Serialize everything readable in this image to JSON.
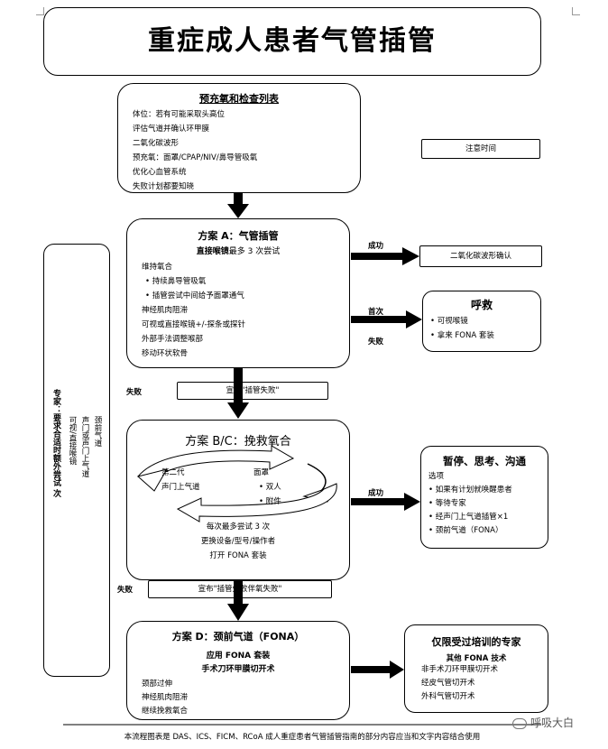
{
  "title": "重症成人患者气管插管",
  "preox": {
    "header": "预充氧和检查列表",
    "items": [
      "体位：若有可能采取头高位",
      "评估气道并确认环甲膜",
      "二氧化碳波形",
      "预充氧：面罩/CPAP/NIV/鼻导管吸氧",
      "优化心血管系统",
      "失败计划都要知晓"
    ]
  },
  "attention_time": "注意时间",
  "planA": {
    "header": "方案 A：气管插管",
    "subheader_bold": "直接喉镜",
    "subheader_rest": "最多 3 次尝试",
    "items": [
      "维持氧合",
      "• 持续鼻导管吸氧",
      "• 插管尝试中间给予面罩通气",
      "神经肌肉阻滞",
      "可视或直接喉镜+/-探条或探针",
      "外部手法调整喉部",
      "移动环状软骨"
    ]
  },
  "success_label": "成功",
  "capno_confirm": "二氧化碳波形确认",
  "first_label": "首次",
  "fail_label": "失败",
  "call_help": {
    "header": "呼救",
    "items": [
      "• 可视喉镜",
      "• 拿来 FONA 套装"
    ]
  },
  "declare1": "宣布\"插管失败\"",
  "planBC": {
    "header": "方案 B/C：挽救氧合",
    "left_line1": "第二代",
    "left_line2": "声门上气道",
    "right_line1": "面罩",
    "right_line2": "• 双人",
    "right_line3": "• 附件",
    "items": [
      "每次最多尝试 3 次",
      "更换设备/型号/操作者",
      "打开 FONA 套装"
    ]
  },
  "pause": {
    "header": "暂停、思考、沟通",
    "items": [
      "选项",
      "• 如果有计划就唤醒患者",
      "• 等待专家",
      "• 经声门上气道插管×1",
      "• 颈前气道（FONA）"
    ]
  },
  "declare2": "宣布\"插管失败伴氧失败\"",
  "planD": {
    "header": "方案 D：颈前气道（FONA）",
    "sub1": "应用 FONA 套装",
    "sub2": "手术刀环甲膜切开术",
    "items": [
      "颈部过伸",
      "神经肌肉阻滞",
      "继续挽救氧合"
    ]
  },
  "trained": {
    "header": "仅限受过培训的专家",
    "sub": "其他 FONA 技术",
    "items": [
      "非手术刀环甲膜切开术",
      "经皮气管切开术",
      "外科气管切开术"
    ]
  },
  "side": {
    "line1": "专家：要求合适时额外尝试 次",
    "line2": "可视/直接喉镜",
    "line3": "声门或声门上气道",
    "line4": "颈前气道"
  },
  "footer": "本流程图表是 DAS、ICS、FICM、RCoA 成人重症患者气管插管指南的部分内容应当和文字内容结合使用",
  "watermark": "呼吸大白"
}
